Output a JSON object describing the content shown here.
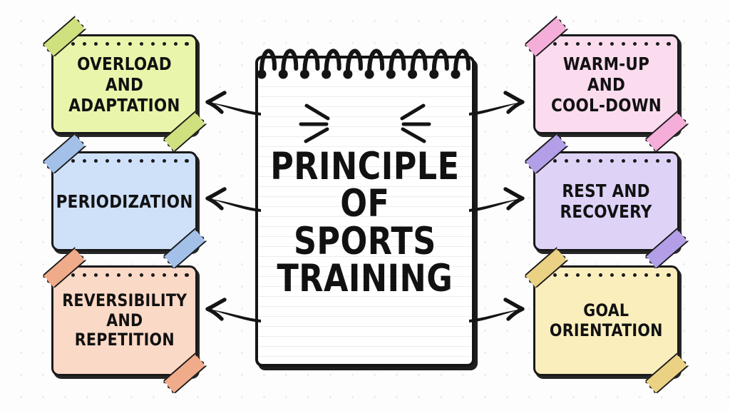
{
  "background": {
    "color": "#fdfdfd",
    "dot_color": "#ebebeb",
    "pattern": "dot-grid"
  },
  "center": {
    "title": "PRINCIPLE\nOF\nSPORTS\nTRAINING",
    "title_plain": "PRINCIPLE OF SPORTS TRAINING",
    "style": "spiral-bound ruled notepad",
    "spiral_rings": 10,
    "decoration": "sparkle-burst-lines"
  },
  "cards": [
    {
      "id": "overload-and-adaptation",
      "label": "OVERLOAD AND\nADAPTATION",
      "label_plain": "OVERLOAD AND ADAPTATION",
      "side": "left",
      "row": 1,
      "fill": "#e9f5ab",
      "tape": "#cfe07f",
      "font_size": 25
    },
    {
      "id": "periodization",
      "label": "PERIODIZATION",
      "label_plain": "PERIODIZATION",
      "side": "left",
      "row": 2,
      "fill": "#cfe0f9",
      "tape": "#a3c0e8",
      "font_size": 25
    },
    {
      "id": "reversibility-and-repetition",
      "label": "REVERSIBILITY\nAND\nREPETITION",
      "label_plain": "REVERSIBILITY AND REPETITION",
      "side": "left",
      "row": 3,
      "fill": "#fbd9c7",
      "tape": "#f0ab8a",
      "font_size": 24
    },
    {
      "id": "warm-up-and-cool-down",
      "label": "WARM-UP AND\nCOOL-DOWN",
      "label_plain": "WARM-UP AND COOL-DOWN",
      "side": "right",
      "row": 1,
      "fill": "#fbdcef",
      "tape": "#f4aed9",
      "font_size": 25
    },
    {
      "id": "rest-and-recovery",
      "label": "REST AND\nRECOVERY",
      "label_plain": "REST AND RECOVERY",
      "side": "right",
      "row": 2,
      "fill": "#ded3f7",
      "tape": "#b39ee8",
      "font_size": 25
    },
    {
      "id": "goal-orientation",
      "label": "GOAL\nORIENTATION",
      "label_plain": "GOAL ORIENTATION",
      "side": "right",
      "row": 3,
      "fill": "#faeebd",
      "tape": "#ebd184",
      "font_size": 24
    }
  ],
  "arrows": [
    {
      "id": "arrow-to-overload-and-adaptation",
      "direction": "left",
      "row": 1
    },
    {
      "id": "arrow-to-periodization",
      "direction": "left",
      "row": 2
    },
    {
      "id": "arrow-to-reversibility-and-repetition",
      "direction": "left",
      "row": 3
    },
    {
      "id": "arrow-to-warm-up-and-cool-down",
      "direction": "right",
      "row": 1
    },
    {
      "id": "arrow-to-rest-and-recovery",
      "direction": "right",
      "row": 2
    },
    {
      "id": "arrow-to-goal-orientation",
      "direction": "right",
      "row": 3
    }
  ]
}
